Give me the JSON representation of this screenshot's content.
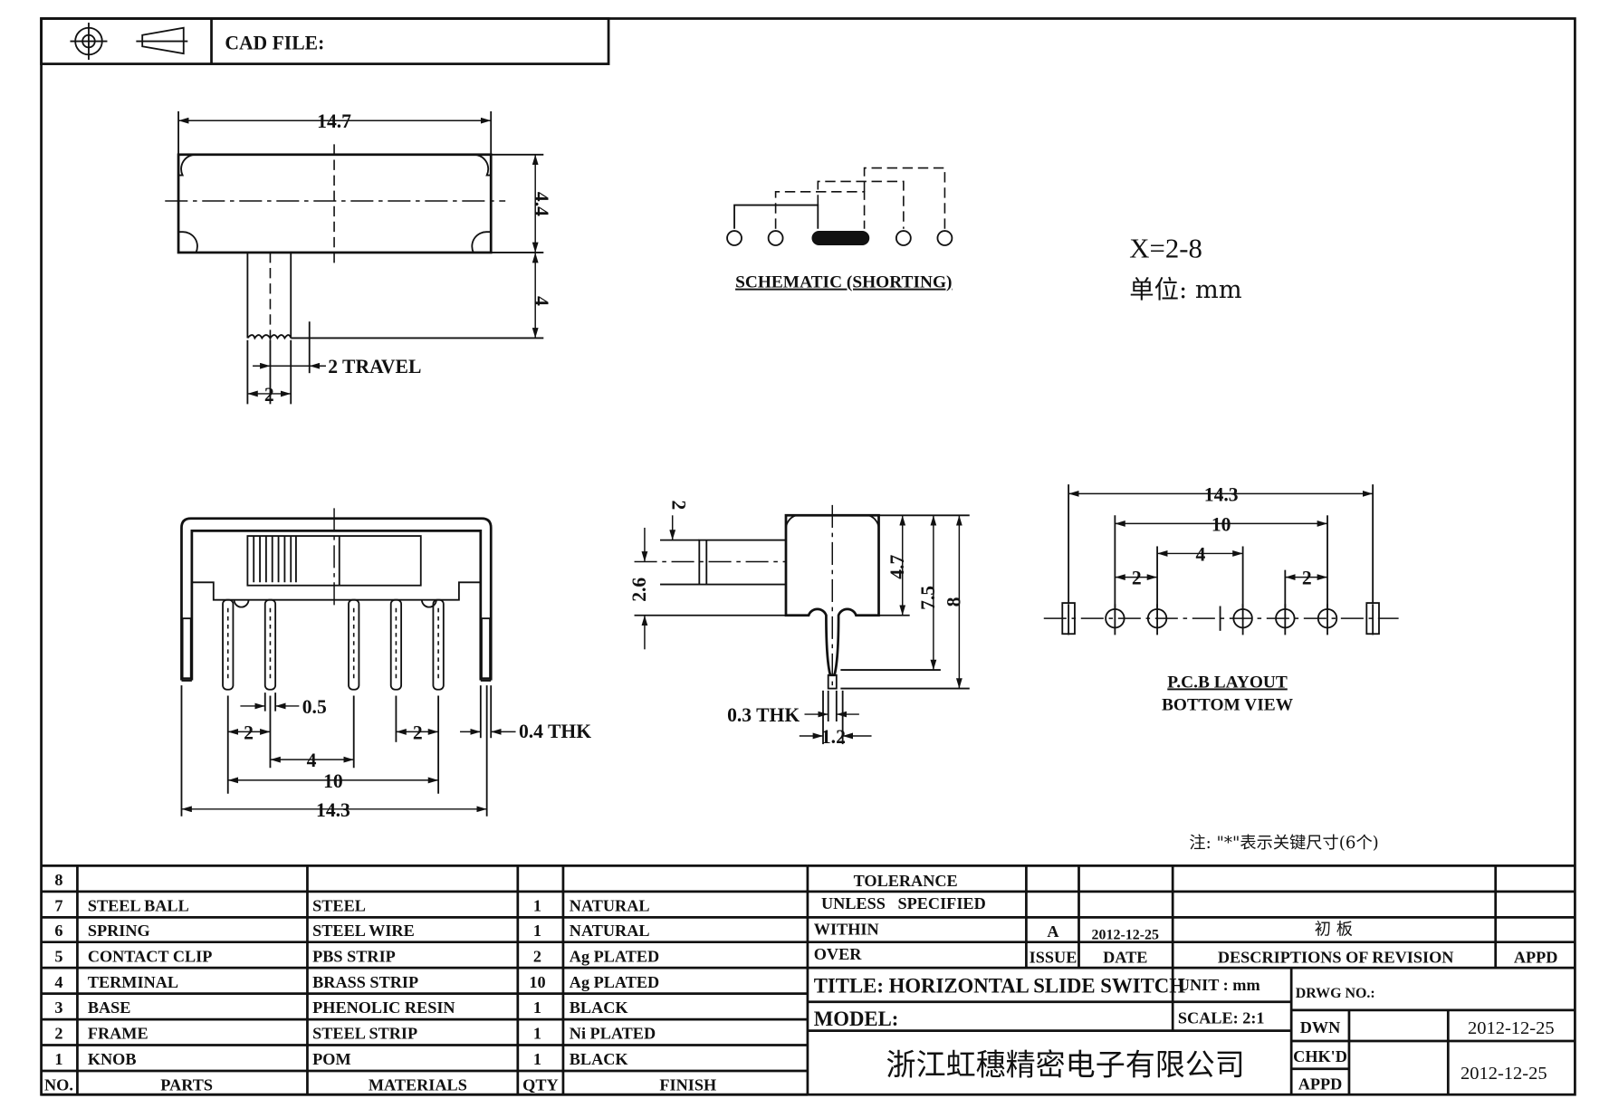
{
  "header": {
    "projection_icon": "first-angle-projection-icon",
    "target_icon": "crosshair-target-icon",
    "cad_file_label": "CAD FILE:"
  },
  "top_view": {
    "width_dim": "14.7",
    "height_dim": "4.4",
    "knob_dim": "4",
    "travel_dim": "2 TRAVEL",
    "knob_width_dim": "2"
  },
  "schematic": {
    "label": "SCHEMATIC (SHORTING)",
    "x_range": "X=2-8",
    "unit_label": "单位: mm"
  },
  "front_view": {
    "pin_width": "0.5",
    "pitch_left": "2",
    "pitch_right": "2",
    "frame_thk": "0.4 THK",
    "center_span": "4",
    "pin_span": "10",
    "overall": "14.3"
  },
  "side_view": {
    "knob_top": "2",
    "knob_height": "2.6",
    "body_height": "4.7",
    "pin_height": "7.5",
    "overall_height": "8",
    "pin_thk": "0.3 THK",
    "pin_width": "1.2"
  },
  "pcb_layout": {
    "overall": "14.3",
    "pin_span": "10",
    "center_span": "4",
    "pitch_left": "2",
    "pitch_right": "2",
    "title": "P.C.B LAYOUT",
    "subtitle": "BOTTOM VIEW"
  },
  "note": "注: \"*\"表示关键尺寸(6个)",
  "bom": {
    "headers": {
      "no": "NO.",
      "parts": "PARTS",
      "materials": "MATERIALS",
      "qty": "QTY",
      "finish": "FINISH"
    },
    "rows": [
      {
        "no": "8",
        "parts": "",
        "materials": "",
        "qty": "",
        "finish": ""
      },
      {
        "no": "7",
        "parts": "STEEL BALL",
        "materials": "STEEL",
        "qty": "1",
        "finish": "NATURAL"
      },
      {
        "no": "6",
        "parts": "SPRING",
        "materials": "STEEL WIRE",
        "qty": "1",
        "finish": "NATURAL"
      },
      {
        "no": "5",
        "parts": "CONTACT CLIP",
        "materials": "PBS STRIP",
        "qty": "2",
        "finish": "Ag PLATED"
      },
      {
        "no": "4",
        "parts": "TERMINAL",
        "materials": "BRASS STRIP",
        "qty": "10",
        "finish": "Ag PLATED"
      },
      {
        "no": "3",
        "parts": "BASE",
        "materials": "PHENOLIC RESIN",
        "qty": "1",
        "finish": "BLACK"
      },
      {
        "no": "2",
        "parts": "FRAME",
        "materials": "STEEL STRIP",
        "qty": "1",
        "finish": "Ni PLATED"
      },
      {
        "no": "1",
        "parts": "KNOB",
        "materials": "POM",
        "qty": "1",
        "finish": "BLACK"
      }
    ]
  },
  "title_block": {
    "tolerance_1": "TOLERANCE",
    "tolerance_2": "UNLESS SPECIFIED",
    "within": "WITHIN",
    "over": "OVER",
    "revision": {
      "issue": "A",
      "date": "2012-12-25",
      "description": "初 板",
      "appd": ""
    },
    "rev_headers": {
      "issue": "ISSUE",
      "date": "DATE",
      "description": "DESCRIPTIONS OF REVISION",
      "appd": "APPD"
    },
    "title": "TITLE: HORIZONTAL SLIDE SWITCH",
    "unit": "UNIT : mm",
    "drwg_no": "DRWG NO.:",
    "model": "MODEL:",
    "scale": "SCALE: 2:1",
    "company": "浙江虹穗精密电子有限公司",
    "dwn_label": "DWN",
    "dwn_date": "2012-12-25",
    "chkd_label": "CHK'D",
    "appd_label": "APPD",
    "chk_appd_date": "2012-12-25"
  }
}
